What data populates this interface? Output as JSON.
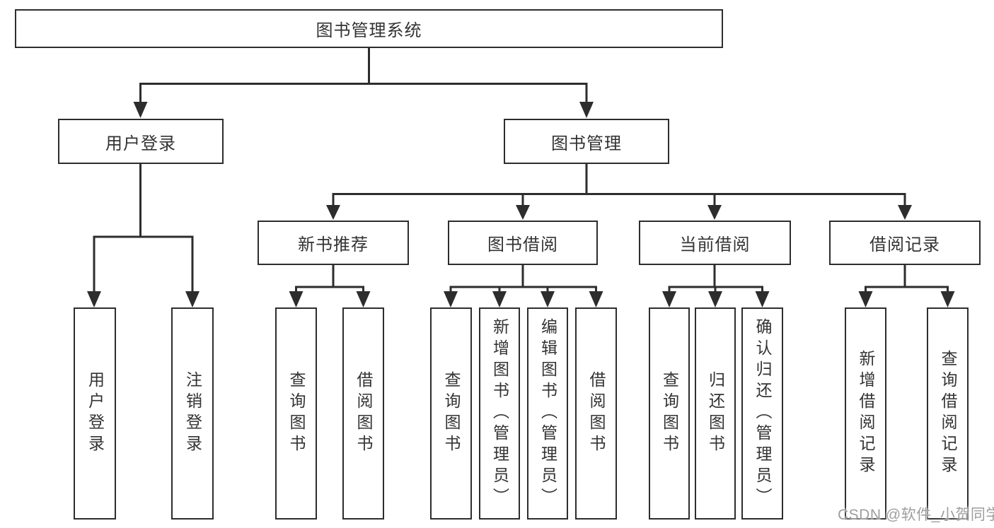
{
  "tree": {
    "root": "图书管理系统",
    "user": {
      "label": "用户登录",
      "children": [
        "用户登录",
        "注销登录"
      ]
    },
    "management": {
      "label": "图书管理",
      "modules": [
        {
          "label": "新书推荐",
          "children": [
            "查询图书",
            "借阅图书"
          ]
        },
        {
          "label": "图书借阅",
          "children": [
            "查询图书",
            "新增图书（管理员）",
            "编辑图书（管理员）",
            "借阅图书"
          ]
        },
        {
          "label": "当前借阅",
          "children": [
            "查询图书",
            "归还图书",
            "确认归还（管理员）"
          ]
        },
        {
          "label": "借阅记录",
          "children": [
            "新增借阅记录",
            "查询借阅记录"
          ]
        }
      ]
    }
  },
  "watermark": "CSDN @软件_小贺同学",
  "colors": {
    "line": "#2d2d2d",
    "text": "#333333",
    "watermark": "#9e9e9e",
    "background": "#ffffff"
  }
}
